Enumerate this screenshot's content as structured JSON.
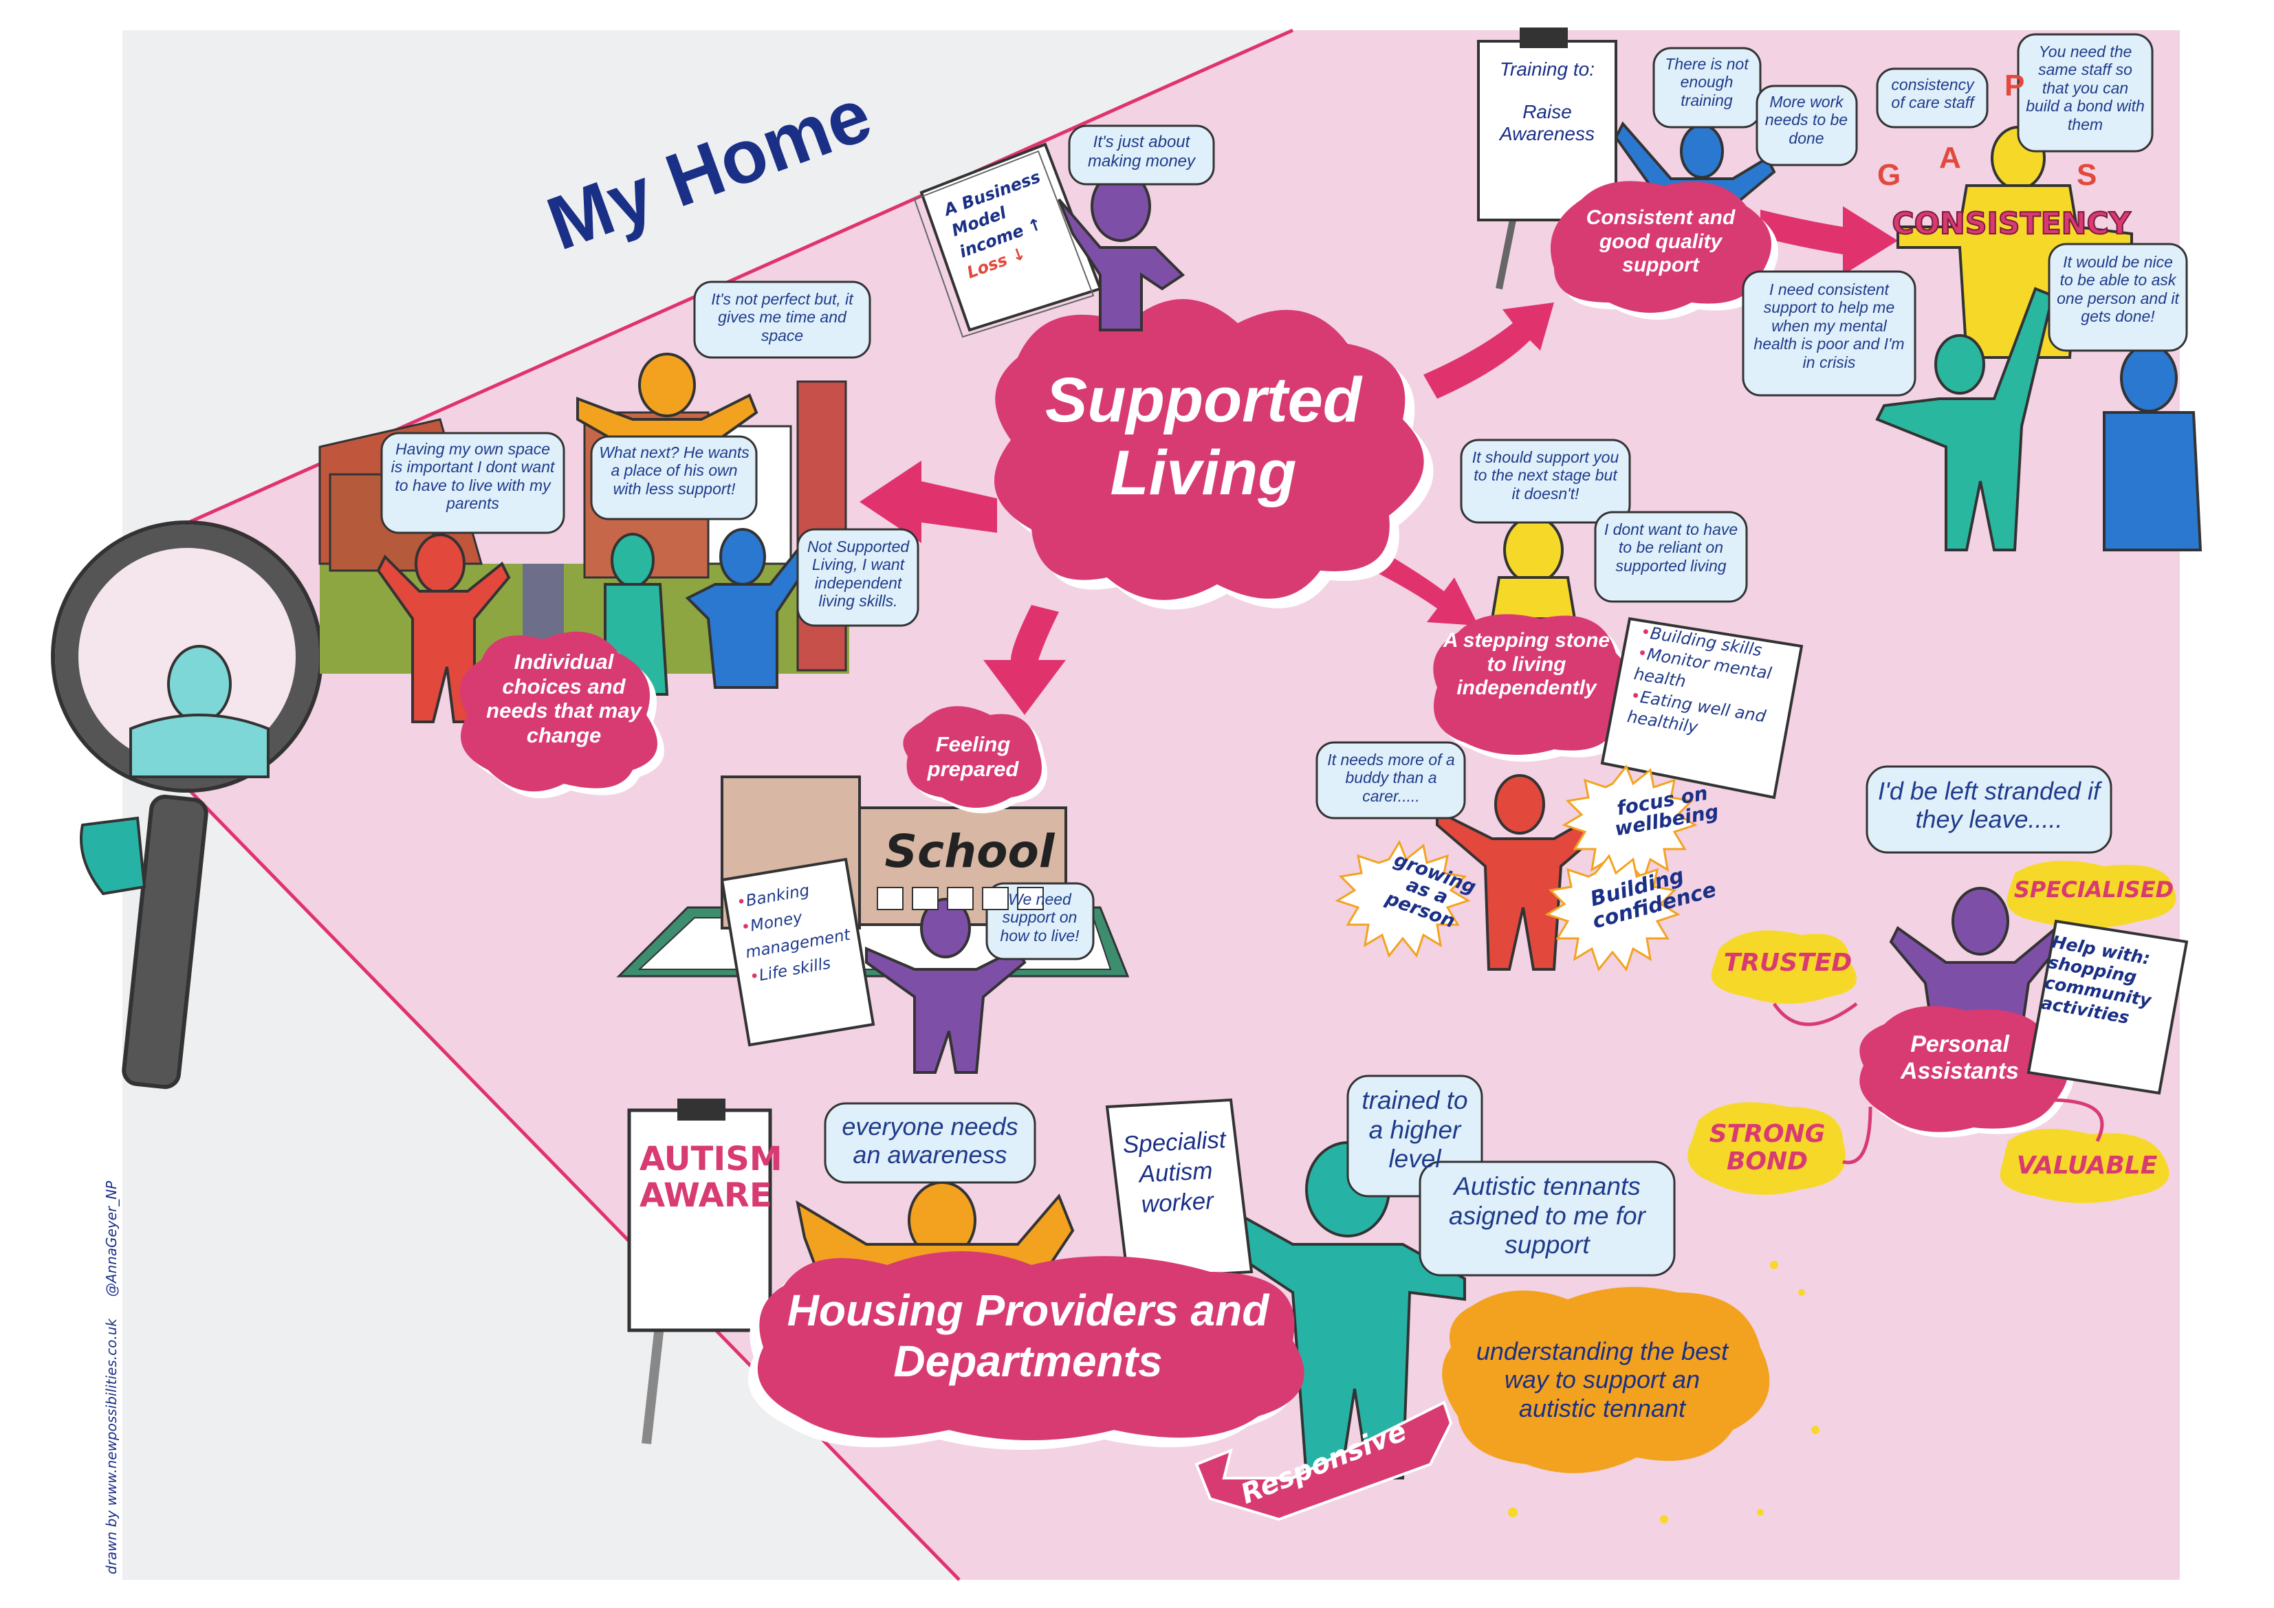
{
  "colors": {
    "pink_bg": "#f2d2e3",
    "gray_bg": "#eeeff0",
    "magenta": "#d83a72",
    "navy": "#1a2f86",
    "bubble": "#dff0fa",
    "yellow": "#f6d928",
    "orange": "#f3a21f",
    "teal": "#26b3a6",
    "blue": "#2a78cf",
    "red": "#e2483c",
    "purple": "#7e4fa6",
    "light_teal": "#7dd7d6"
  },
  "title": "My Home",
  "credits": {
    "drawn_by": "drawn by www.newpossibilities.co.uk",
    "handle": "@AnnaGeyer_NP"
  },
  "central": {
    "label_line1": "Supported",
    "label_line2": "Living"
  },
  "business": {
    "paper_lines": [
      "A Business",
      "Model",
      "income",
      "Loss"
    ],
    "bubble": "It's just about making money"
  },
  "housing_scene": {
    "bubbles": [
      "It's not perfect but, it gives me time and space",
      "Having my own space is important I dont want to have to live with my parents",
      "What next? He wants a place of his own with less support!",
      "Not Supported Living, I want independent living skills."
    ],
    "blob": "Individual choices and needs that may change"
  },
  "school_scene": {
    "blob": "Feeling prepared",
    "sign": "School",
    "list": [
      "Banking",
      "Money management",
      "Life skills"
    ],
    "bubble": "We need support on how to live!"
  },
  "training_scene": {
    "board_title": "Training to:",
    "board_body": "Raise Awareness",
    "bubbles": [
      "There is not enough training",
      "More work needs to be done"
    ],
    "blob": "Consistent and good quality support"
  },
  "gaps_scene": {
    "letters": [
      "G",
      "A",
      "P",
      "S"
    ],
    "banner": "CONSISTENCY",
    "bubbles": [
      "consistency of care staff",
      "You need the same staff so that you can build a bond with them",
      "I need consistent support to help me when my mental health is poor and I'm in crisis",
      "It would be nice to be able to ask one person and it gets done!"
    ]
  },
  "stepping_scene": {
    "bubbles": [
      "It should support you to the next stage but it doesn't!",
      "I dont want to have to be reliant on supported living",
      "It needs more of a buddy than a carer....."
    ],
    "blob": "A stepping stone to living independently",
    "list": [
      "Building skills",
      "Monitor mental health",
      "Eating well and healthily"
    ],
    "bursts": [
      "focus on wellbeing",
      "growing as a person",
      "Building confidence"
    ]
  },
  "pa_scene": {
    "bubble": "I'd be left stranded if they leave.....",
    "blob": "Personal Assistants",
    "words": [
      "TRUSTED",
      "SPECIALISED",
      "STRONG BOND",
      "VALUABLE"
    ],
    "help_title": "Help with:",
    "help_items": "shopping community activities"
  },
  "providers_scene": {
    "board": "AUTISM AWARE",
    "bubble_awareness": "everyone needs an awareness",
    "paper": "Specialist Autism worker",
    "bubble_trained": "trained to a higher level",
    "bubble_assigned": "Autistic tennants asigned to me for support",
    "blob": "Housing Providers and Departments",
    "burst": "understanding the best way to support an autistic tennant",
    "ribbon": "Responsive"
  }
}
